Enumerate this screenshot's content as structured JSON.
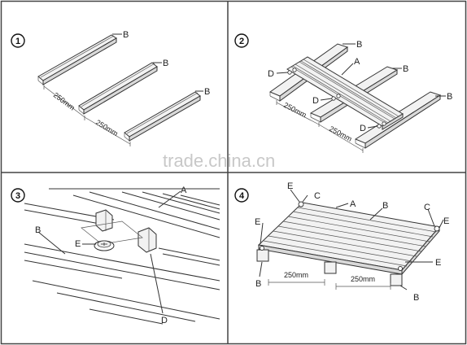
{
  "watermark": "trade.china.cn",
  "panels": [
    {
      "step": "1",
      "labels": {
        "b1": "B",
        "b2": "B",
        "b3": "B"
      },
      "dims": {
        "d1": "250mm",
        "d2": "250mm"
      }
    },
    {
      "step": "2",
      "labels": {
        "a": "A",
        "b1": "B",
        "b2": "B",
        "b3": "B",
        "d1": "D",
        "d2": "D",
        "d3": "D"
      },
      "dims": {
        "d1": "250mm",
        "d2": "250mm"
      }
    },
    {
      "step": "3",
      "labels": {
        "a": "A",
        "b": "B",
        "d": "D",
        "e": "E"
      }
    },
    {
      "step": "4",
      "labels": {
        "a": "A",
        "b1": "B",
        "b2": "B",
        "b3": "B",
        "c1": "C",
        "c2": "C",
        "e1": "E",
        "e2": "E",
        "e3": "E",
        "e4": "E"
      },
      "dims": {
        "d1": "250mm",
        "d2": "250mm"
      }
    }
  ],
  "colors": {
    "line": "#333333",
    "frame": "#444444",
    "watermark": "#c8c8c8"
  }
}
